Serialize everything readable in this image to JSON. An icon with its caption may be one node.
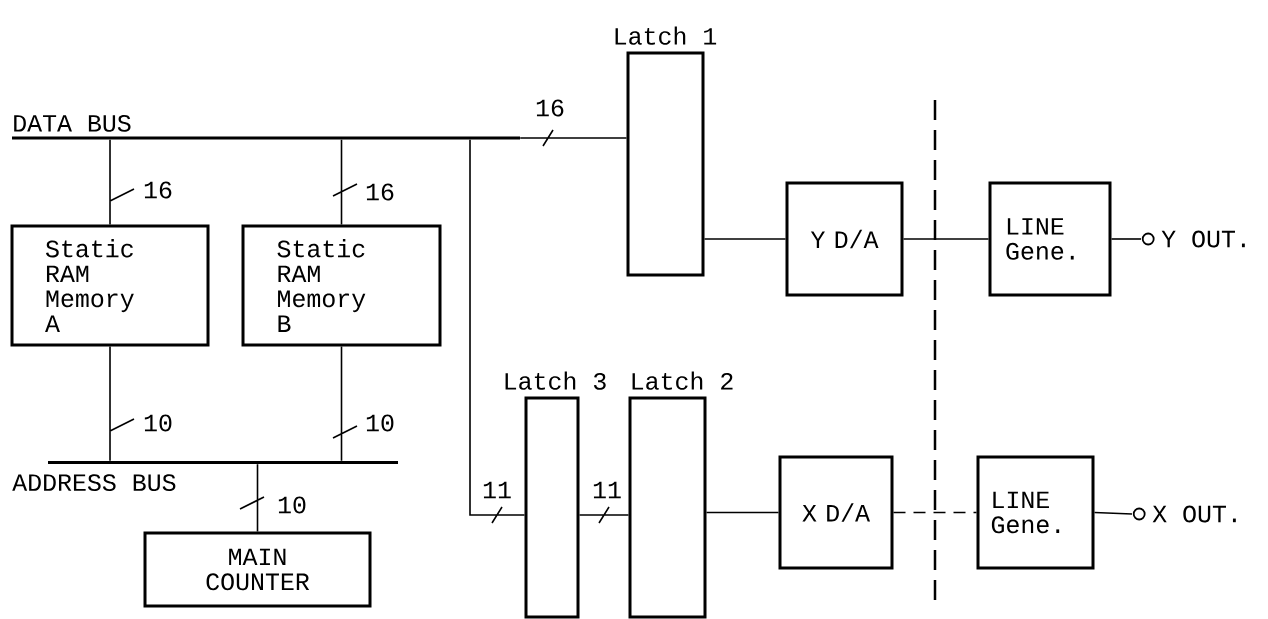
{
  "diagram": {
    "nodes": [
      {
        "text": [
          "DATA BUS"
        ]
      },
      {
        "text": [
          "Latch 1"
        ]
      },
      {
        "text": [
          "Static RAM Memory A"
        ]
      },
      {
        "text": [
          "Static RAM Memory B"
        ]
      },
      {
        "text": [
          "Y D/A"
        ]
      },
      {
        "text": [
          "LINE Gene."
        ]
      },
      {
        "text": [
          "Y OUT."
        ]
      },
      {
        "text": [
          "ADDRESS BUS"
        ]
      },
      {
        "text": [
          "Latch 3"
        ]
      },
      {
        "text": [
          "Latch 2"
        ]
      },
      {
        "text": [
          "MAIN COUNTER"
        ]
      },
      {
        "text": [
          "X D/A"
        ]
      },
      {
        "text": [
          "LINE Gene."
        ]
      },
      {
        "text": [
          "X OUT."
        ]
      }
    ],
    "edges": [
      {
        "from": 0,
        "to": 1,
        "arrow": "none",
        "label": "16"
      },
      {
        "from": 0,
        "to": 2,
        "arrow": "none",
        "label": "16"
      },
      {
        "from": 0,
        "to": 3,
        "arrow": "none",
        "label": "16"
      },
      {
        "from": 0,
        "to": 8,
        "arrow": "none",
        "label": "11"
      },
      {
        "from": 8,
        "to": 9,
        "arrow": "none",
        "label": "11"
      },
      {
        "from": 1,
        "to": 4,
        "arrow": "none"
      },
      {
        "from": 4,
        "to": 5,
        "arrow": "none"
      },
      {
        "from": 5,
        "to": 6,
        "arrow": "none"
      },
      {
        "from": 2,
        "to": 7,
        "arrow": "none",
        "label": "10"
      },
      {
        "from": 3,
        "to": 7,
        "arrow": "none",
        "label": "10"
      },
      {
        "from": 7,
        "to": 10,
        "arrow": "none",
        "label": "10"
      },
      {
        "from": 9,
        "to": 11,
        "arrow": "none"
      },
      {
        "from": 11,
        "to": 12,
        "arrow": "none",
        "style": "dashed"
      },
      {
        "from": 12,
        "to": 13,
        "arrow": "none"
      }
    ]
  }
}
